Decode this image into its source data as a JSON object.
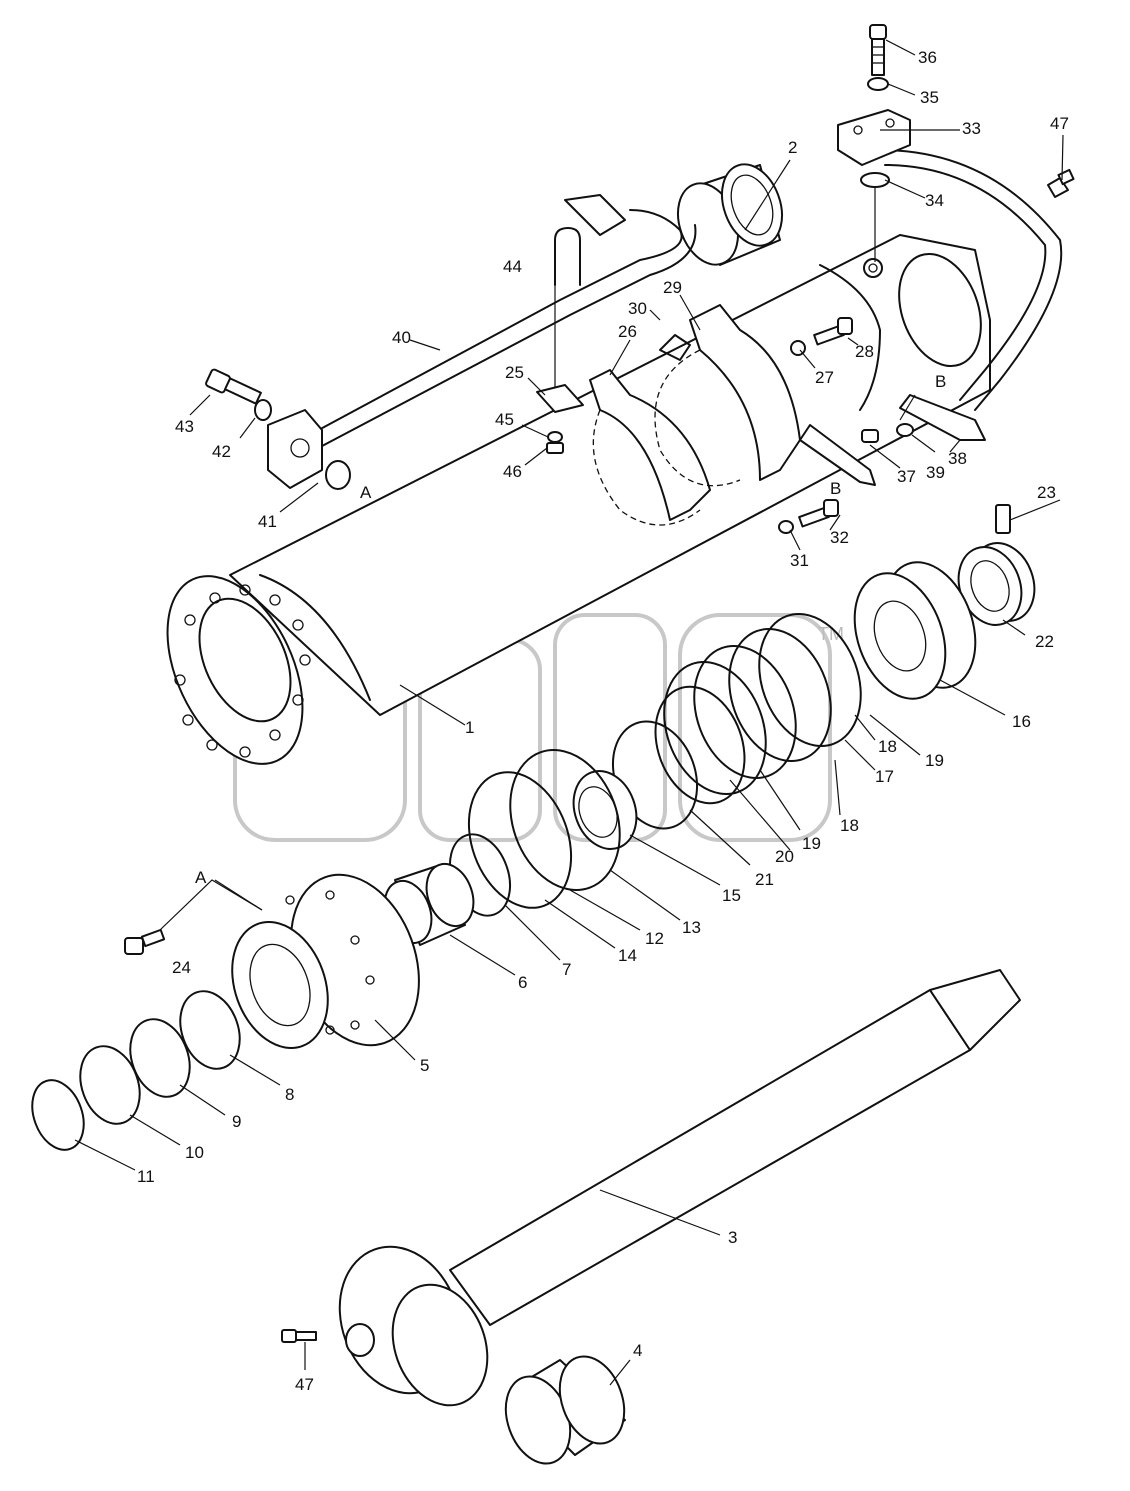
{
  "watermark": {
    "trademark": "TM"
  },
  "callouts": {
    "c1": "1",
    "c2": "2",
    "c3": "3",
    "c4": "4",
    "c5": "5",
    "c6": "6",
    "c7": "7",
    "c8": "8",
    "c9": "9",
    "c10": "10",
    "c11": "11",
    "c12": "12",
    "c13": "13",
    "c14": "14",
    "c15": "15",
    "c16": "16",
    "c17": "17",
    "c18a": "18",
    "c18b": "18",
    "c19a": "19",
    "c19b": "19",
    "c20": "20",
    "c21": "21",
    "c22": "22",
    "c23": "23",
    "c24": "24",
    "c25": "25",
    "c26": "26",
    "c27": "27",
    "c28": "28",
    "c29": "29",
    "c30": "30",
    "c31": "31",
    "c32": "32",
    "c33": "33",
    "c34": "34",
    "c35": "35",
    "c36": "36",
    "c37": "37",
    "c38": "38",
    "c39": "39",
    "c40": "40",
    "c41": "41",
    "c42": "42",
    "c43": "43",
    "c44": "44",
    "c45": "45",
    "c46": "46",
    "c47a": "47",
    "c47b": "47",
    "refA1": "A",
    "refA2": "A",
    "refB1": "B",
    "refB2": "B"
  }
}
